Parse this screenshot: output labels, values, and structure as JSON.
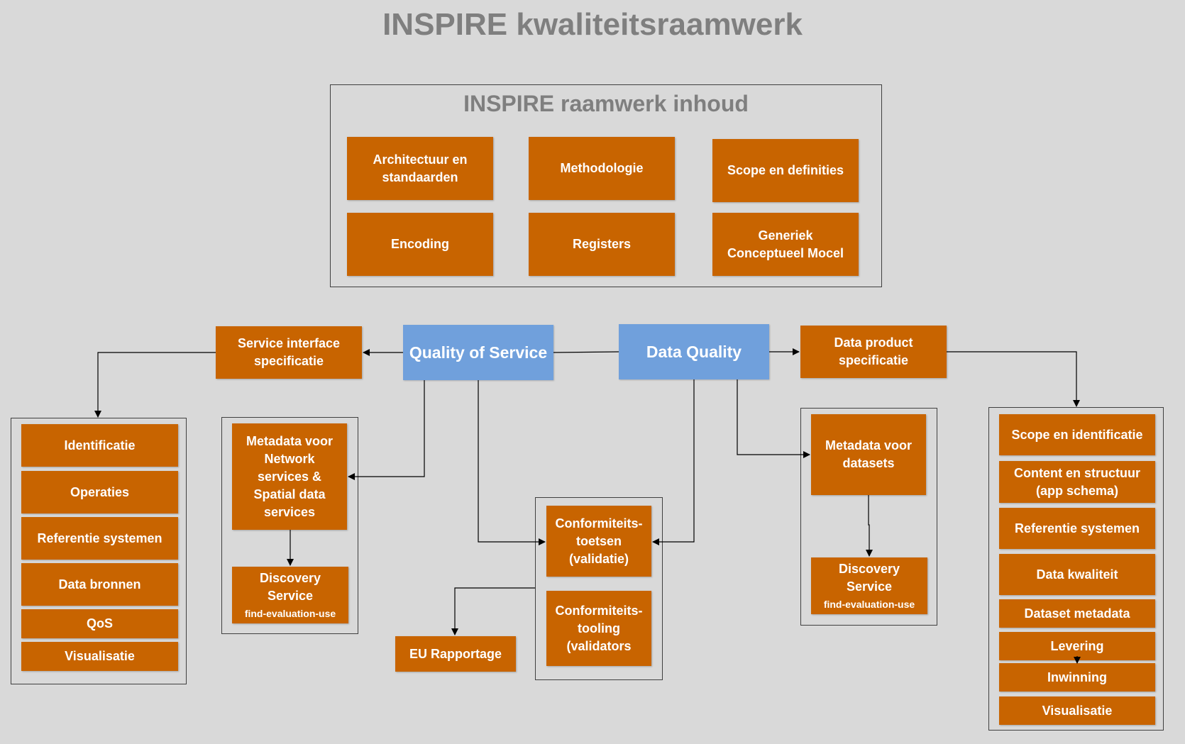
{
  "title": "INSPIRE kwaliteitsraamwerk",
  "framework": {
    "title": "INSPIRE raamwerk inhoud",
    "items": [
      "Architectuur en standaarden",
      "Methodologie",
      "Scope en definities",
      "Encoding",
      "Registers",
      "Generiek Conceptueel Mocel"
    ]
  },
  "qos": "Quality of Service",
  "dq": "Data Quality",
  "service_interface": "Service interface specificatie",
  "data_product": "Data product specificatie",
  "service_list": [
    "Identificatie",
    "Operaties",
    "Referentie systemen",
    "Data bronnen",
    "QoS",
    "Visualisatie"
  ],
  "network_metadata": "Metadata voor Network services & Spatial data services",
  "discovery": {
    "title": "Discovery Service",
    "sub": "find-evaluation-use"
  },
  "conformity_tests": "Conformiteits-toetsen (validatie)",
  "conformity_tooling": "Conformiteits-tooling (validators",
  "eu_report": "EU Rapportage",
  "dataset_metadata": "Metadata voor datasets",
  "data_list": [
    "Scope en identificatie",
    "Content en structuur (app schema)",
    "Referentie systemen",
    "Data kwaliteit",
    "Dataset metadata",
    "Levering",
    "Inwinning",
    "Visualisatie"
  ],
  "colors": {
    "orange": "#c86400",
    "blue": "#70a0dc",
    "background": "#d9d9d9",
    "title_gray": "#7f7f7f"
  }
}
